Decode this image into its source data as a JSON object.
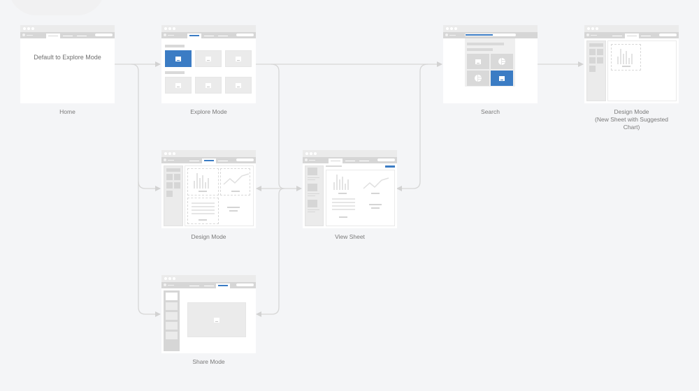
{
  "diagram": {
    "title": "",
    "theme": {
      "background": "#f4f5f7",
      "accent": "#3b7cc4",
      "connector": "#d2d2d2",
      "label_color": "#7a7a7a"
    },
    "nodes": [
      {
        "id": "home",
        "label": "Home",
        "screen_text": "Default to Explore Mode",
        "active_tab": 1
      },
      {
        "id": "explore",
        "label": "Explore Mode",
        "active_tab": 1
      },
      {
        "id": "search",
        "label": "Search",
        "search_bar_active": true
      },
      {
        "id": "design_new",
        "label_lines": [
          "Design Mode",
          "(New Sheet with Suggested",
          "Chart)"
        ],
        "active_tab": 2
      },
      {
        "id": "design",
        "label": "Design Mode",
        "active_tab": 2
      },
      {
        "id": "view",
        "label": "View Sheet",
        "active_tab": 1
      },
      {
        "id": "share",
        "label": "Share Mode",
        "active_tab": 3
      }
    ],
    "edges": [
      {
        "from": "home",
        "to": "explore",
        "direction": "one-way"
      },
      {
        "from": "home",
        "to": "design",
        "direction": "one-way"
      },
      {
        "from": "home",
        "to": "share",
        "direction": "one-way"
      },
      {
        "from": "explore",
        "to": "search",
        "direction": "one-way"
      },
      {
        "from": "explore",
        "to": "view",
        "direction": "one-way"
      },
      {
        "from": "view",
        "to": "design",
        "direction": "two-way"
      },
      {
        "from": "view",
        "to": "share",
        "direction": "two-way"
      },
      {
        "from": "search",
        "to": "view",
        "direction": "one-way"
      },
      {
        "from": "search",
        "to": "design_new",
        "direction": "one-way"
      }
    ]
  }
}
